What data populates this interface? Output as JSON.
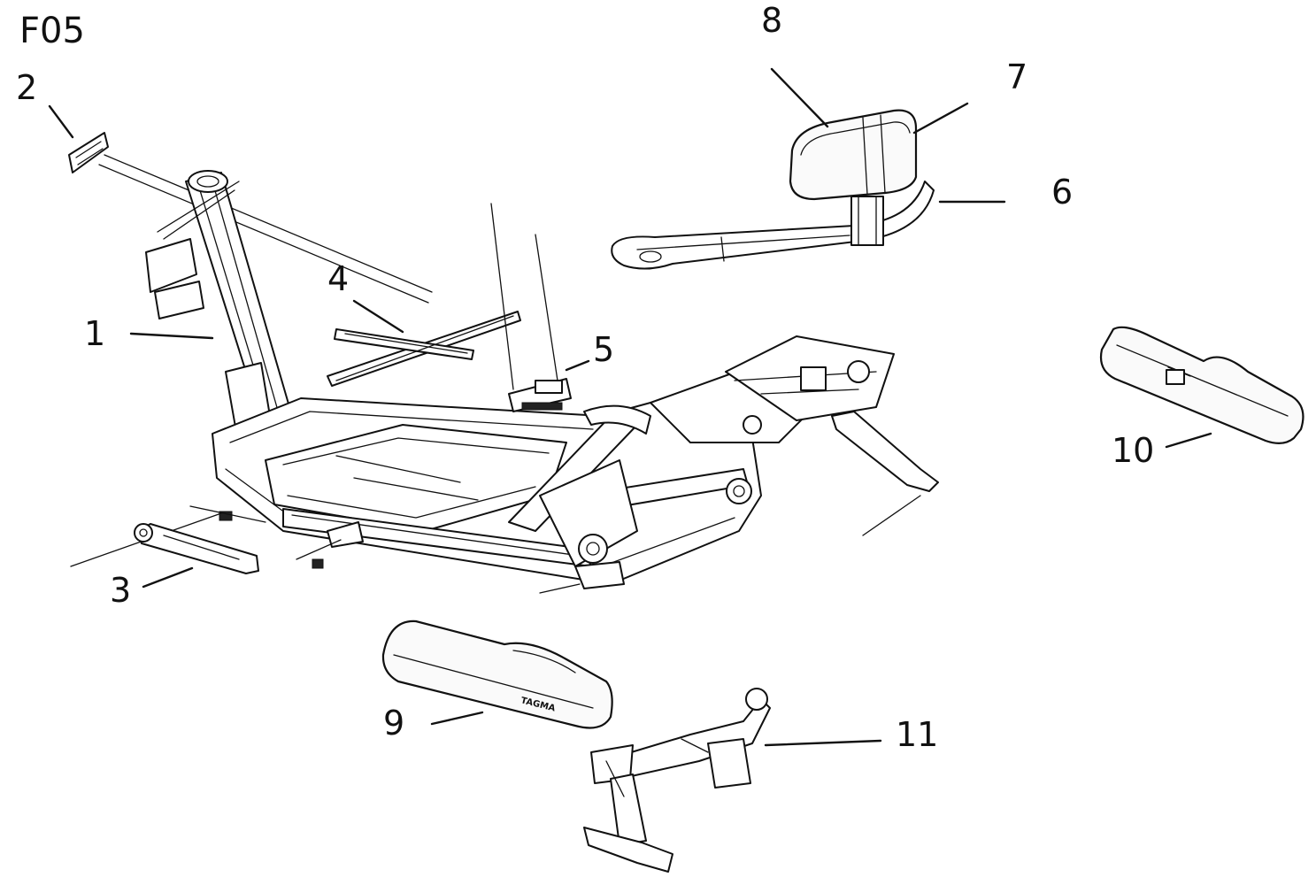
{
  "figure_code": "F05",
  "callouts": {
    "c1": "1",
    "c2": "2",
    "c3": "3",
    "c4": "4",
    "c5": "5",
    "c6": "6",
    "c7": "7",
    "c8": "8",
    "c9": "9",
    "c10": "10",
    "c11": "11"
  },
  "armrest_logo_text": "TAGMA"
}
